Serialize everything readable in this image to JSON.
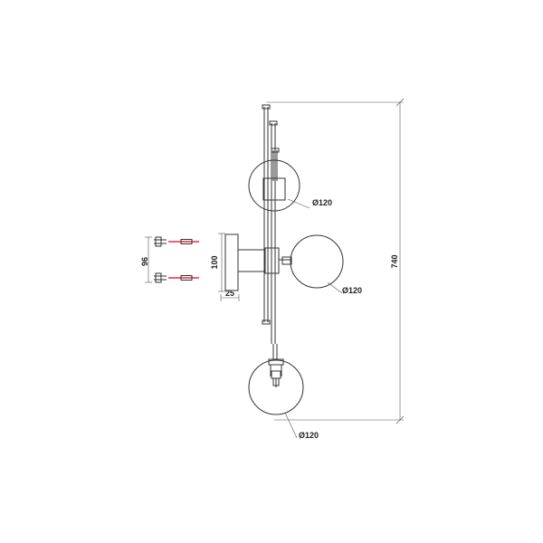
{
  "dimensions": {
    "total_height": "740",
    "globe_top": "Ø120",
    "globe_middle": "Ø120",
    "globe_bottom": "Ø120",
    "backplate_height": "100",
    "backplate_depth": "25",
    "bracket_spacing": "96"
  }
}
